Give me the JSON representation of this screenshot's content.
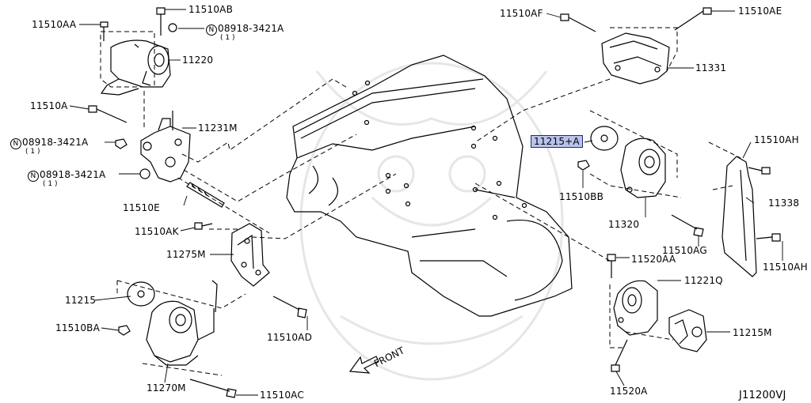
{
  "diagram_id": "J11200VJ",
  "front_label": "FRONT",
  "nut_symbol": "N",
  "highlight_color": "#b9c3ec",
  "parts": {
    "p11510AA": "11510AA",
    "p11510AB": "11510AB",
    "p08918_top": "08918-3421A",
    "q08918_top": "( 1 )",
    "p11220": "11220",
    "p11510A": "11510A",
    "p11231M": "11231M",
    "p08918_mid": "08918-3421A",
    "q08918_mid": "( 1 )",
    "p08918_low": "08918-3421A",
    "q08918_low": "( 1 )",
    "p11510E": "11510E",
    "p11510AK": "11510AK",
    "p11275M": "11275M",
    "p11215": "11215",
    "p11510BA": "11510BA",
    "p11270M": "11270M",
    "p11510AC": "11510AC",
    "p11510AD": "11510AD",
    "p11510AF": "11510AF",
    "p11510AE": "11510AE",
    "p11331": "11331",
    "p11215A": "11215+A",
    "p11510BB": "11510BB",
    "p11320": "11320",
    "p11510AH_top": "11510AH",
    "p11338": "11338",
    "p11510AG": "11510AG",
    "p11510AH_low": "11510AH",
    "p11520AA": "11520AA",
    "p11221Q": "11221Q",
    "p11215M": "11215M",
    "p11520A": "11520A"
  }
}
